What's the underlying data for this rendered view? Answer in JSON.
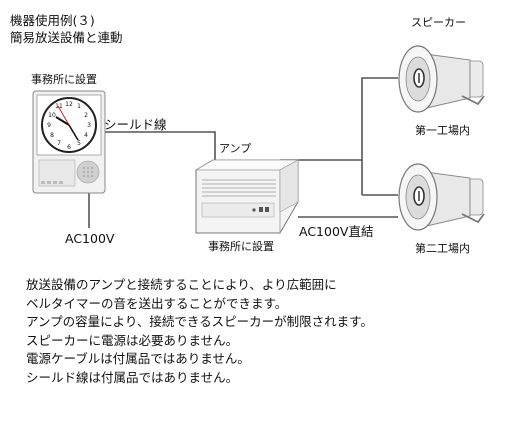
{
  "header": {
    "line1": "機器使用例(３)",
    "line2": "簡易放送設備と連動"
  },
  "clock": {
    "label": "事務所に設置",
    "power": "AC100V"
  },
  "cable": {
    "shield": "シールド線"
  },
  "amp": {
    "label": "アンプ",
    "place": "事務所に設置",
    "output": "AC100V直結"
  },
  "speakers": {
    "title": "スピーカー",
    "items": [
      {
        "label": "第一工場内"
      },
      {
        "label": "第二工場内"
      }
    ]
  },
  "description": [
    "放送設備のアンプと接続することにより、より広範囲に",
    "ベルタイマーの音を送出することができます。",
    "アンプの容量により、接続できるスピーカーが制限されます。",
    "スピーカーに電源は必要ありません。",
    "電源ケーブルは付属品ではありません。",
    "シールド線は付属品ではありません。"
  ]
}
